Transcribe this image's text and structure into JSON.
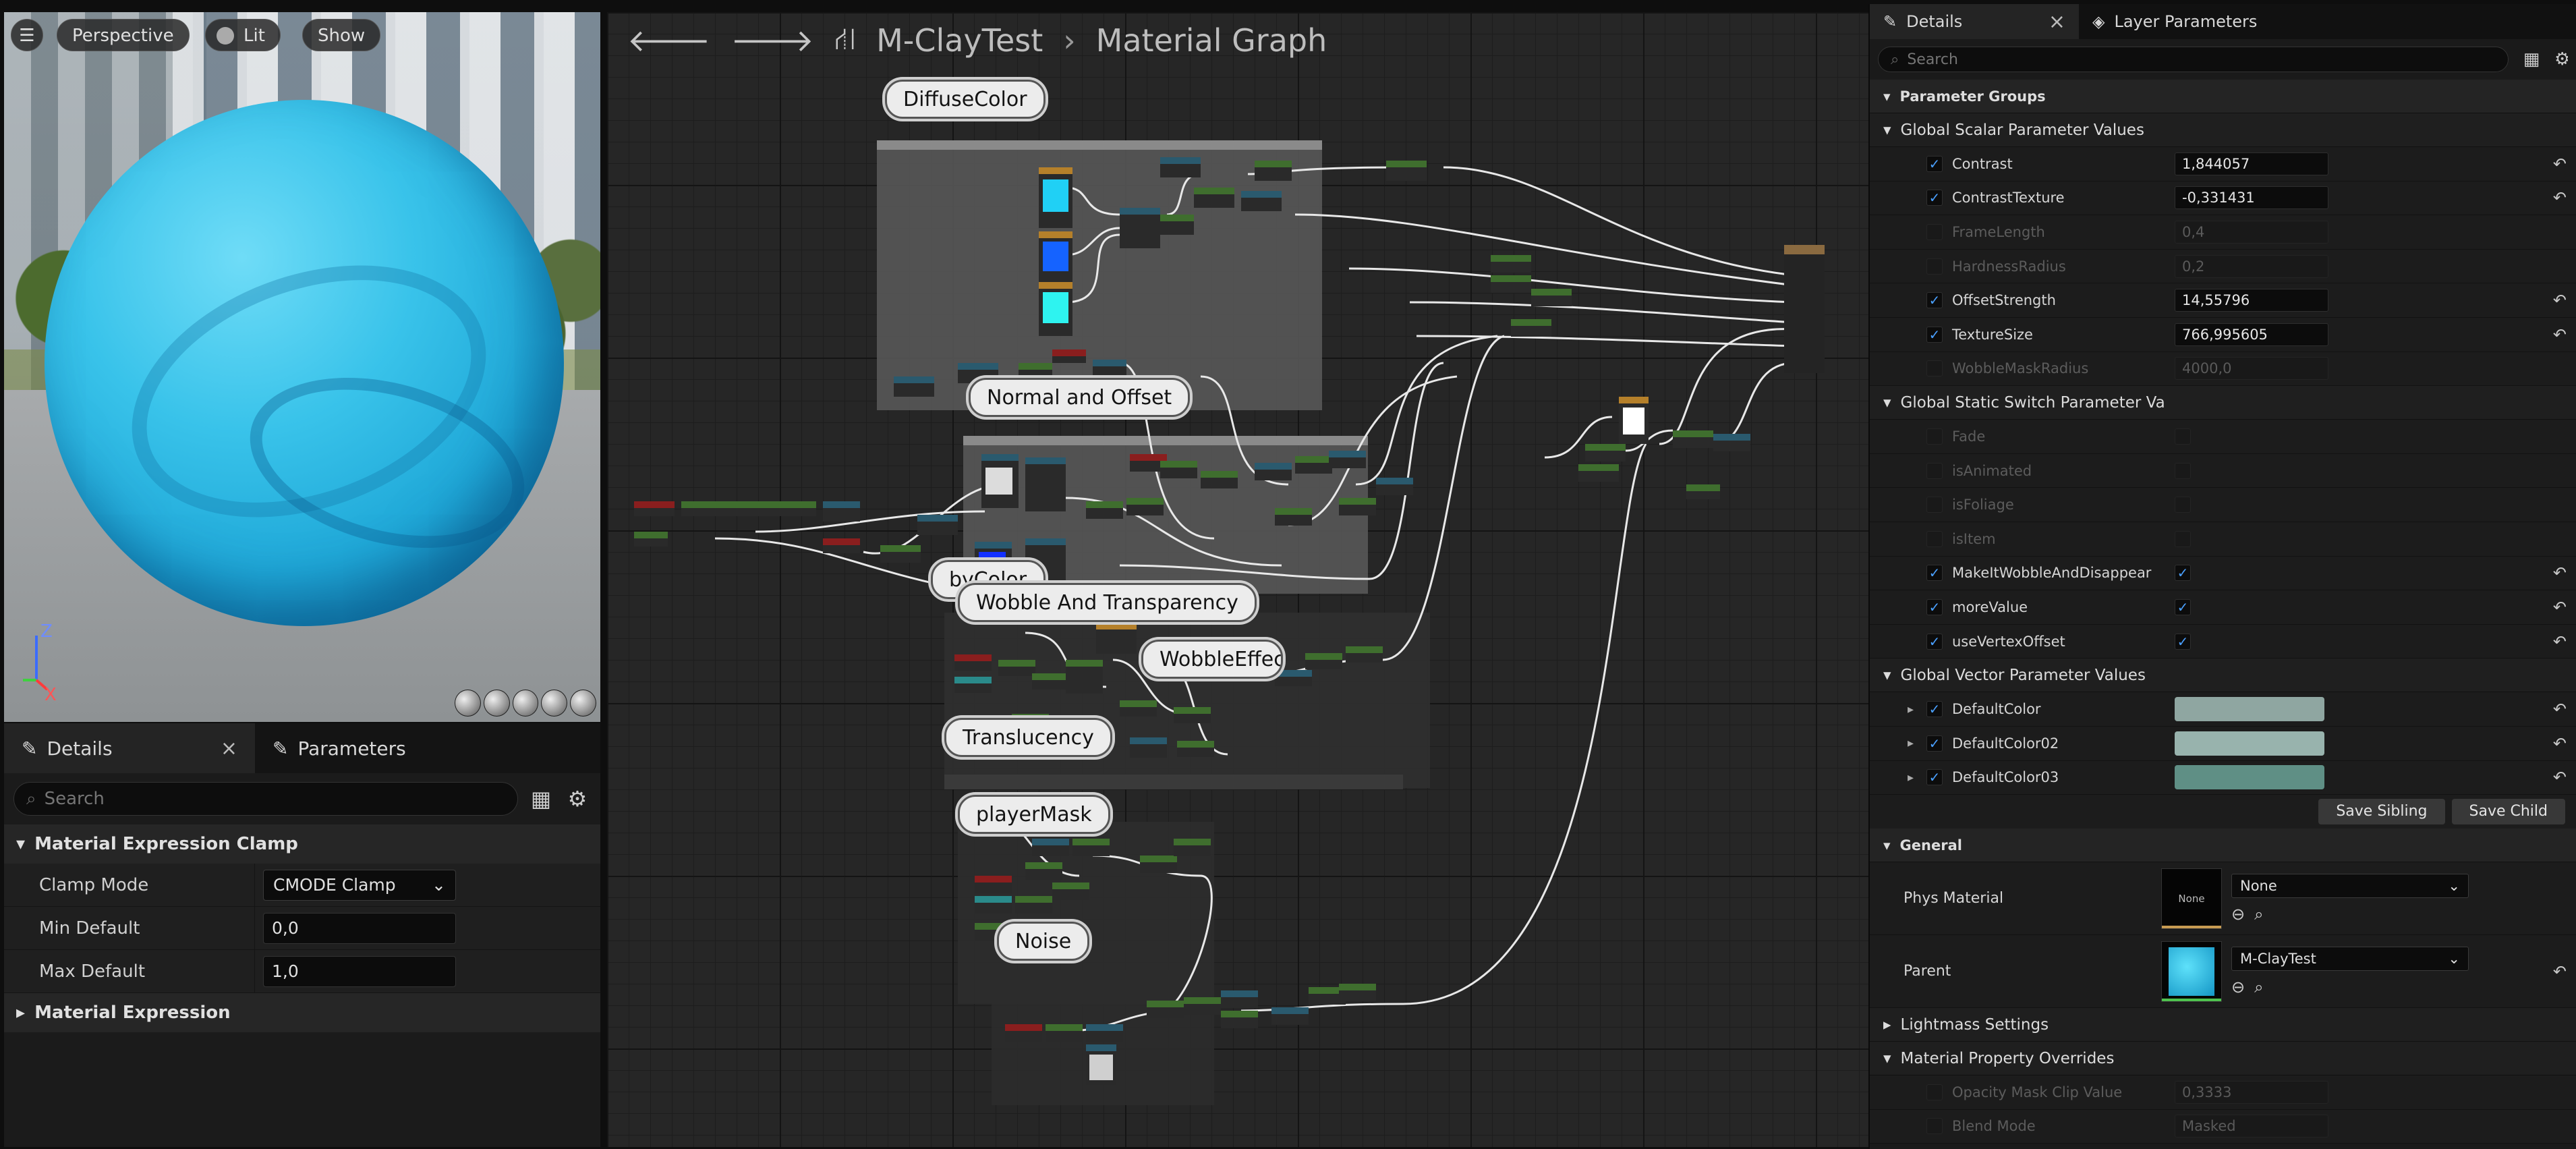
{
  "viewport": {
    "perspective_label": "Perspective",
    "lit_label": "Lit",
    "show_label": "Show",
    "axis_x": "X",
    "axis_z": "Z"
  },
  "left_details": {
    "tab_details": "Details",
    "tab_parameters": "Parameters",
    "search_placeholder": "Search",
    "section_clamp": "Material Expression Clamp",
    "clamp_mode_label": "Clamp Mode",
    "clamp_mode_value": "CMODE Clamp",
    "min_default_label": "Min Default",
    "min_default_value": "0,0",
    "max_default_label": "Max Default",
    "max_default_value": "1,0",
    "section_expression": "Material Expression"
  },
  "graph": {
    "asset_name": "M-ClayTest",
    "graph_name": "Material Graph",
    "comments": {
      "diffuse": "DiffuseColor",
      "normal": "Normal and Offset",
      "bycolor": "byColor",
      "wobble": "Wobble And Transparency",
      "wobble_effect": "WobbleEffect",
      "translucency": "Translucency",
      "player_mask": "playerMask",
      "noise": "Noise"
    }
  },
  "right_details": {
    "tab_details": "Details",
    "tab_layer": "Layer Parameters",
    "search_placeholder": "Search",
    "parameter_groups": "Parameter Groups",
    "scalar_group": "Global Scalar Parameter Values",
    "scalars": [
      {
        "name": "Contrast",
        "value": "1,844057",
        "enabled": true
      },
      {
        "name": "ContrastTexture",
        "value": "-0,331431",
        "enabled": true
      },
      {
        "name": "FrameLength",
        "value": "0,4",
        "enabled": false
      },
      {
        "name": "HardnessRadius",
        "value": "0,2",
        "enabled": false
      },
      {
        "name": "OffsetStrength",
        "value": "14,55796",
        "enabled": true
      },
      {
        "name": "TextureSize",
        "value": "766,995605",
        "enabled": true
      },
      {
        "name": "WobbleMaskRadius",
        "value": "4000,0",
        "enabled": false
      }
    ],
    "switch_group": "Global Static Switch Parameter Va",
    "switches": [
      {
        "name": "Fade",
        "enabled": false
      },
      {
        "name": "isAnimated",
        "enabled": false
      },
      {
        "name": "isFoliage",
        "enabled": false
      },
      {
        "name": "isItem",
        "enabled": false
      },
      {
        "name": "MakeItWobbleAndDisappear",
        "enabled": true
      },
      {
        "name": "moreValue",
        "enabled": true
      },
      {
        "name": "useVertexOffset",
        "enabled": true
      }
    ],
    "vector_group": "Global Vector Parameter Values",
    "vectors": [
      {
        "name": "DefaultColor",
        "color": "#8fa6a1"
      },
      {
        "name": "DefaultColor02",
        "color": "#98b3ad"
      },
      {
        "name": "DefaultColor03",
        "color": "#5f8f85"
      }
    ],
    "save_sibling": "Save Sibling",
    "save_child": "Save Child",
    "general": "General",
    "phys_material_label": "Phys Material",
    "phys_material_thumb": "None",
    "phys_material_value": "None",
    "parent_label": "Parent",
    "parent_value": "M-ClayTest",
    "lightmass": "Lightmass Settings",
    "overrides": "Material Property Overrides",
    "opacity_clip_label": "Opacity Mask Clip Value",
    "opacity_clip_value": "0,3333",
    "blend_mode_label": "Blend Mode",
    "blend_mode_value": "Masked"
  }
}
